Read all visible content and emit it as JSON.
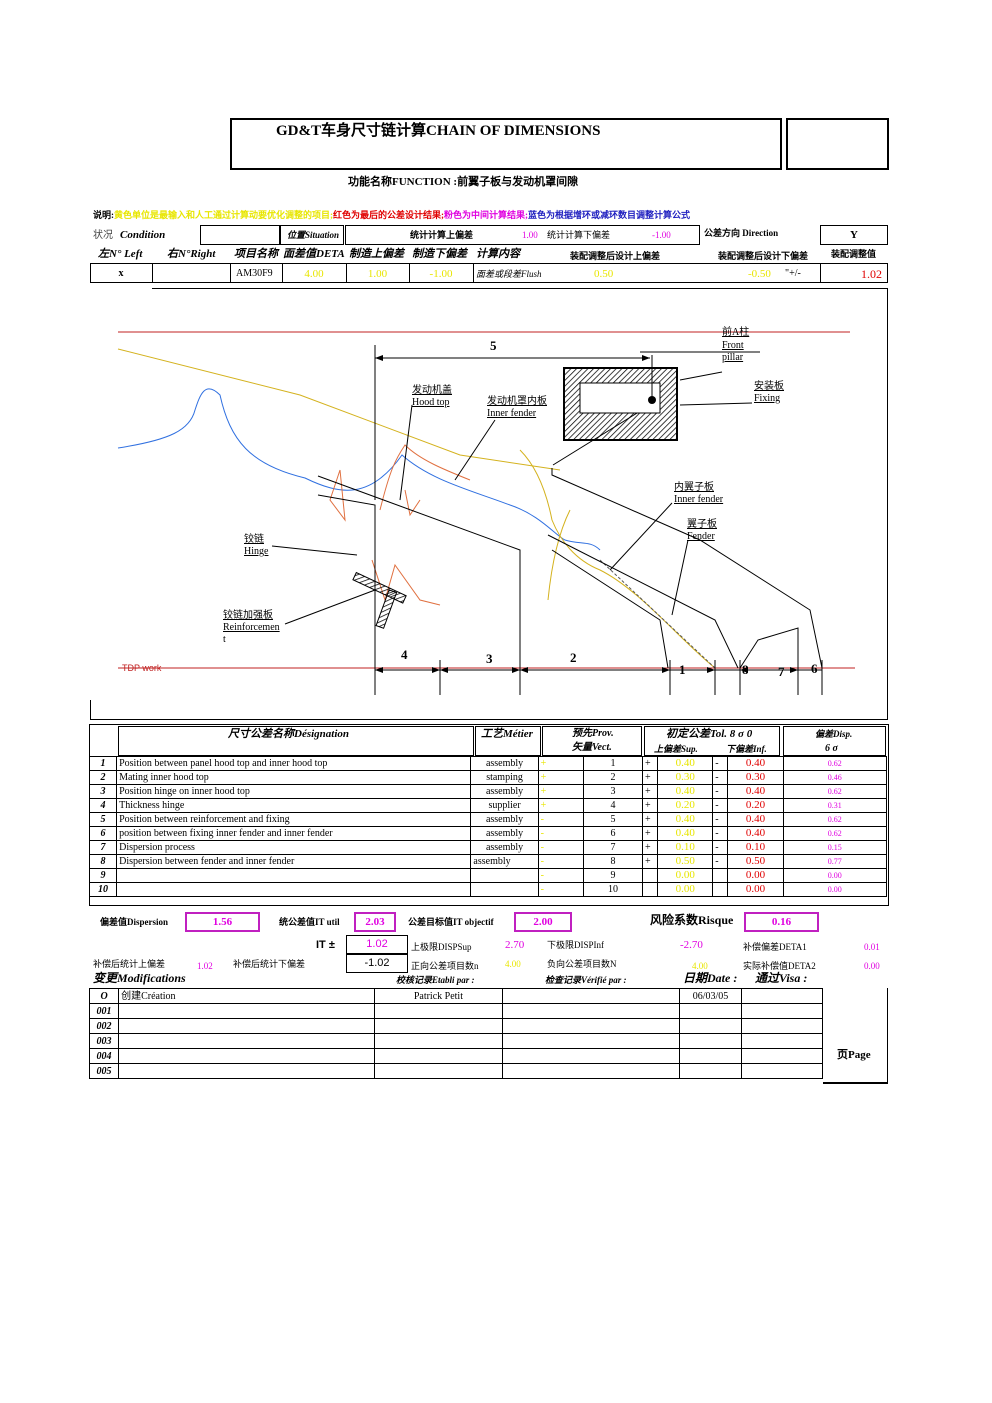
{
  "header": {
    "title": "GD&T车身尺寸链计算CHAIN OF DIMENSIONS",
    "function_label": "功能名称FUNCTION :前翼子板与发动机罩间隙"
  },
  "legend": {
    "prefix": "说明:",
    "yellow": "黄色单位是最输入和人工通过计算动要优化调整的项目;",
    "red": "红色为最后的公差设计结果;",
    "pink": "粉色为中间计算结果;",
    "blue": "蓝色为根据增环或减环数目调整计算公式"
  },
  "conditions": {
    "status_label": "状况",
    "condition_label": "Condition",
    "situation_label": "位置Situation",
    "stat_upper_label": "统计计算上偏差",
    "stat_upper_value": "1.00",
    "stat_lower_label": "统计计算下偏差",
    "stat_lower_value": "-1.00",
    "direction_label": "公差方向 Direction",
    "direction_value": "Y"
  },
  "col_headers": {
    "left": "左N° Left",
    "right": "右N°Right",
    "item": "项目名称",
    "deta": "面差值DETA",
    "mfg_upper": "制造上偏差",
    "mfg_lower": "制造下偏差",
    "calc": "计算内容",
    "adj_upper": "装配调整后设计上偏差",
    "adj_lower": "装配调整后设计下偏差",
    "adj_value": "装配调整值"
  },
  "main_row": {
    "left": "x",
    "right": "",
    "item": "AM30F9",
    "deta": "4.00",
    "mfg_upper": "1.00",
    "mfg_lower": "-1.00",
    "calc": "面差或段差Flush",
    "adj_upper": "0.50",
    "adj_lower": "-0.50",
    "pm": "\"+/-",
    "adj_value": "1.02"
  },
  "diagram": {
    "front_pillar_cn": "前A柱",
    "front_pillar_en1": "Front",
    "front_pillar_en2": "pillar",
    "fixing_cn": "安装板",
    "fixing_en": "Fixing",
    "hood_cn": "发动机盖",
    "hood_en": "Hood top",
    "inner_hood_cn": "发动机罩内板",
    "inner_hood_en": "Inner fender",
    "inner_fender_cn": "内翼子板",
    "inner_fender_en": "Inner fender",
    "fender_cn": "翼子板",
    "fender_en": "Fender",
    "hinge_cn": "铰链",
    "hinge_en": "Hinge",
    "reinf_cn": "铰链加强板",
    "reinf_en1": "Reinforcemen",
    "reinf_en2": "t",
    "tdp": "TDP work",
    "dim_labels": [
      "5",
      "4",
      "3",
      "2",
      "1",
      "8",
      "7",
      "6"
    ]
  },
  "table_headers": {
    "designation": "尺寸公差名称Désignation",
    "metier": "工艺Métier",
    "prov1": "预先Prov.",
    "prov2": "矢量Vect.",
    "tol": "初定公差Tol. 8 σ 0",
    "sup": "上偏差Sup.",
    "inf": "下偏差Inf.",
    "disp1": "偏差Disp.",
    "disp2": "6 σ"
  },
  "rows": [
    {
      "n": "1",
      "des": "Position  between panel hood top and inner hood top",
      "met": "assembly",
      "sign": "+",
      "vect": "1",
      "ps": "+",
      "sup": "0.40",
      "ms": "-",
      "inf": "0.40",
      "disp": "0.62"
    },
    {
      "n": "2",
      "des": "Mating inner hood top",
      "met": "stamping",
      "sign": "+",
      "vect": "2",
      "ps": "+",
      "sup": "0.30",
      "ms": "-",
      "inf": "0.30",
      "disp": "0.46"
    },
    {
      "n": "3",
      "des": "Position hinge on inner hood top",
      "met": "assembly",
      "sign": "+",
      "vect": "3",
      "ps": "+",
      "sup": "0.40",
      "ms": "-",
      "inf": "0.40",
      "disp": "0.62"
    },
    {
      "n": "4",
      "des": "Thickness hinge",
      "met": "supplier",
      "sign": "+",
      "vect": "4",
      "ps": "+",
      "sup": "0.20",
      "ms": "-",
      "inf": "0.20",
      "disp": "0.31"
    },
    {
      "n": "5",
      "des": "Position between reinforcement and fixing",
      "met": "assembly",
      "sign": "-",
      "vect": "5",
      "ps": "+",
      "sup": "0.40",
      "ms": "-",
      "inf": "0.40",
      "disp": "0.62"
    },
    {
      "n": "6",
      "des": "position between fixing inner fender and inner fender",
      "met": "assembly",
      "sign": "-",
      "vect": "6",
      "ps": "+",
      "sup": "0.40",
      "ms": "-",
      "inf": "0.40",
      "disp": "0.62"
    },
    {
      "n": "7",
      "des": "Dispersion process",
      "met": "assembly",
      "sign": "-",
      "vect": "7",
      "ps": "+",
      "sup": "0.10",
      "ms": "-",
      "inf": "0.10",
      "disp": "0.15"
    },
    {
      "n": "8",
      "des": "Dispersion between fender and inner fender",
      "met": "assembly",
      "sign": "-",
      "vect": "8",
      "ps": "+",
      "sup": "0.50",
      "ms": "-",
      "inf": "0.50",
      "disp": "0.77"
    },
    {
      "n": "9",
      "des": "",
      "met": "",
      "sign": "-",
      "vect": "9",
      "ps": "",
      "sup": "0.00",
      "ms": "",
      "inf": "0.00",
      "disp": "0.00"
    },
    {
      "n": "10",
      "des": "",
      "met": "",
      "sign": "-",
      "vect": "10",
      "ps": "",
      "sup": "0.00",
      "ms": "",
      "inf": "0.00",
      "disp": "0.00"
    }
  ],
  "summary": {
    "dispersion_label": "偏差值Dispersion",
    "dispersion_value": "1.56",
    "it_util_label": "统公差值IT util",
    "it_util_value": "2.03",
    "it_obj_label": "公差目标值IT objectif",
    "it_obj_value": "2.00",
    "risk_label": "风险系数Risque",
    "risk_value": "0.16",
    "it_pm_label": "IT ±",
    "it_pm_upper": "1.02",
    "it_pm_lower": "-1.02",
    "disp_sup_label": "上极限DISPSup",
    "disp_sup_value": "2.70",
    "disp_inf_label": "下极限DISPInf",
    "disp_inf_value": "-2.70",
    "deta1_label": "补偿偏差DETA1",
    "deta1_value": "0.01",
    "comp_upper_label": "补偿后统计上偏差",
    "comp_upper_value": "1.02",
    "comp_lower_label": "补偿后统计下偏差",
    "pos_count_label": "正向公差项目数n",
    "pos_count_value": "4.00",
    "neg_count_label": "负向公差项目数N",
    "neg_count_value": "4.00",
    "deta2_label": "实际补偿值DETA2",
    "deta2_value": "0.00"
  },
  "modifications": {
    "title": "变更Modifications",
    "established": "校核记录Etabli par :",
    "verified": "检查记录Vérifié par :",
    "date": "日期Date :",
    "visa": "通过Visa :",
    "page": "页Page",
    "rows": [
      {
        "code": "O",
        "desc": "创建Création",
        "by": "Patrick Petit",
        "date": "06/03/05"
      },
      {
        "code": "001",
        "desc": "",
        "by": "",
        "date": ""
      },
      {
        "code": "002",
        "desc": "",
        "by": "",
        "date": ""
      },
      {
        "code": "003",
        "desc": "",
        "by": "",
        "date": ""
      },
      {
        "code": "004",
        "desc": "",
        "by": "",
        "date": ""
      },
      {
        "code": "005",
        "desc": "",
        "by": "",
        "date": ""
      }
    ]
  }
}
